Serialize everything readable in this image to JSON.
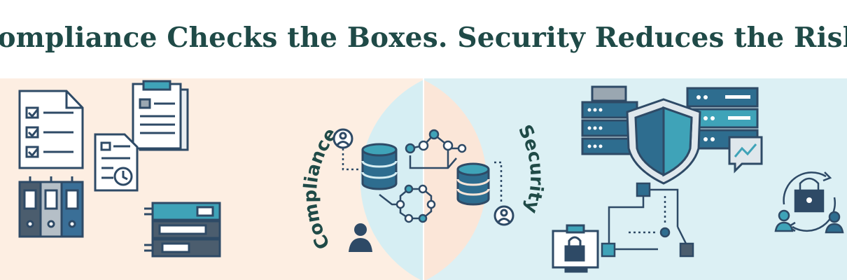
{
  "headline": {
    "text": "Compliance Checks the Boxes. Security Reduces the Risk."
  },
  "center": {
    "left_label": "Compliance",
    "right_label": "Security"
  },
  "colors": {
    "headline": "#1f4a47",
    "compliance_bg": "#fdeee2",
    "security_bg": "#dcf0f4",
    "navy": "#2e4a66",
    "teal": "#3fa3b8"
  },
  "icons": {
    "left": [
      "checklist-document-icon",
      "clipboard-icon",
      "document-clock-icon",
      "binders-icon",
      "file-boxes-icon"
    ],
    "center": [
      "database-icon",
      "network-nodes-icon",
      "user-icon"
    ],
    "right": [
      "server-rack-icon",
      "shield-icon",
      "chart-bubble-icon",
      "network-diagram-icon",
      "locked-monitor-icon",
      "access-cycle-icon"
    ]
  }
}
